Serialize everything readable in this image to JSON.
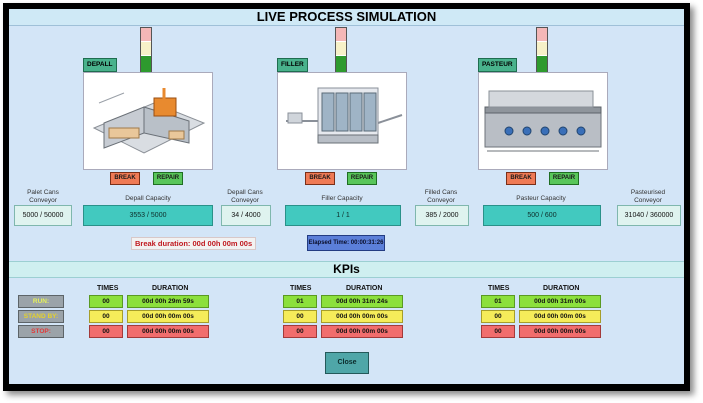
{
  "title": "LIVE PROCESS SIMULATION",
  "machines": [
    {
      "label": "DEPALL",
      "break_label": "BREAK",
      "repair_label": "REPAIR"
    },
    {
      "label": "FILLER",
      "break_label": "BREAK",
      "repair_label": "REPAIR"
    },
    {
      "label": "PASTEUR",
      "break_label": "BREAK",
      "repair_label": "REPAIR"
    }
  ],
  "conveyors": {
    "palet_cans": {
      "label": "Palet Cans Conveyor",
      "value": "5000 / 50000"
    },
    "depall_cans": {
      "label": "Depall Cans Conveyor",
      "value": "34 / 4000"
    },
    "filled_cans": {
      "label": "Filled Cans Conveyor",
      "value": "385 / 2000"
    },
    "pasteurised": {
      "label": "Pasteurised Conveyor",
      "value": "31040 / 360000"
    }
  },
  "capacities": {
    "depall": {
      "label": "Depall Capacity",
      "value": "3553 / 5000"
    },
    "filler": {
      "label": "Filler Capacity",
      "value": "1 / 1"
    },
    "pasteur": {
      "label": "Pasteur Capacity",
      "value": "500 / 600"
    }
  },
  "break_duration": "Break duration: 00d 00h 00m 00s",
  "elapsed_time": "Elapsed Time: 00:00:31:26",
  "kpi_title": "KPIs",
  "kpi_headers": {
    "times": "TIMES",
    "duration": "DURATION"
  },
  "row_labels": {
    "run": "RUN:",
    "stand_by": "STAND BY:",
    "stop": "STOP:"
  },
  "kpis": [
    {
      "run": {
        "times": "00",
        "duration": "00d 00h 29m 59s"
      },
      "stand_by": {
        "times": "00",
        "duration": "00d 00h 00m 00s"
      },
      "stop": {
        "times": "00",
        "duration": "00d 00h 00m 00s"
      }
    },
    {
      "run": {
        "times": "01",
        "duration": "00d 00h 31m 24s"
      },
      "stand_by": {
        "times": "00",
        "duration": "00d 00h 00m 00s"
      },
      "stop": {
        "times": "00",
        "duration": "00d 00h 00m 00s"
      }
    },
    {
      "run": {
        "times": "01",
        "duration": "00d 00h 31m 00s"
      },
      "stand_by": {
        "times": "00",
        "duration": "00d 00h 00m 00s"
      },
      "stop": {
        "times": "00",
        "duration": "00d 00h 00m 00s"
      }
    }
  ],
  "close_label": "Close",
  "colors": {
    "run": "#8ce03c",
    "stand_by": "#f5ec5a",
    "stop": "#f16d6d",
    "capacity": "#42c9bf"
  }
}
